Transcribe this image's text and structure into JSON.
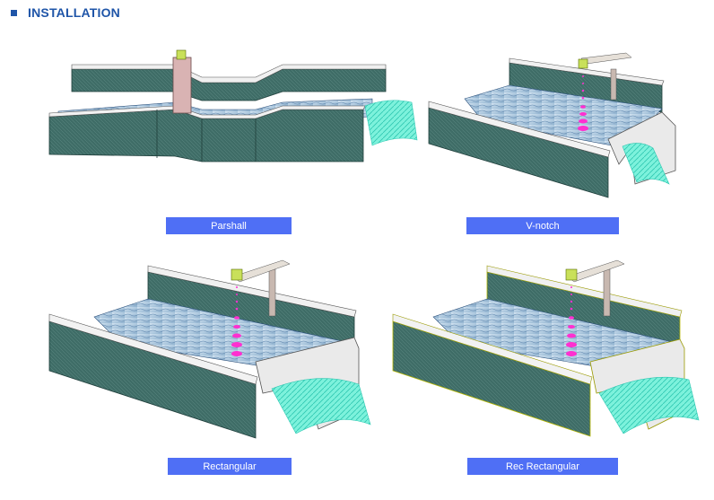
{
  "section": {
    "title": "INSTALLATION"
  },
  "figures": [
    {
      "label": "Parshall"
    },
    {
      "label": "V-notch"
    },
    {
      "label": "Rectangular"
    },
    {
      "label": "Rec Rectangular"
    }
  ]
}
